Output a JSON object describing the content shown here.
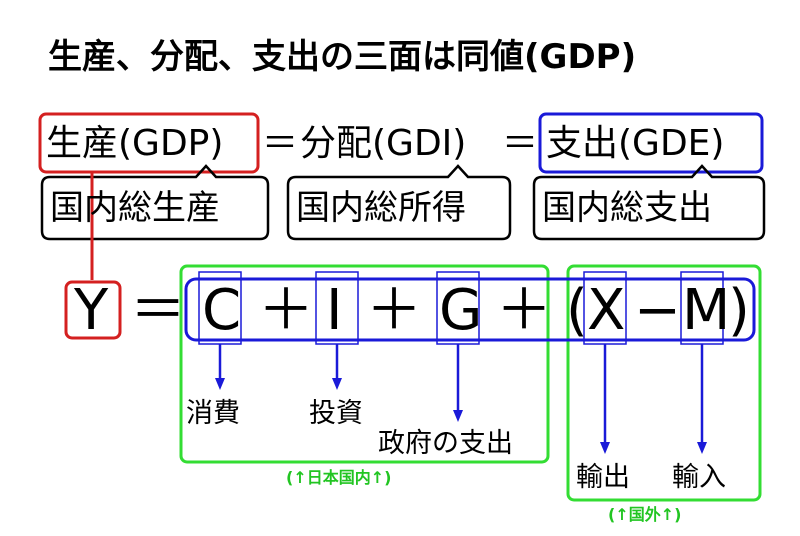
{
  "title": "生産、分配、支出の三面は同値(GDP)",
  "row1": {
    "production": "生産(GDP)",
    "eq1": "＝",
    "distribution": "分配(GDI)",
    "eq2": "＝",
    "expenditure": "支出(GDE)"
  },
  "row2": {
    "gdp_jp": "国内総生産",
    "gdi_jp": "国内総所得",
    "gde_jp": "国内総支出"
  },
  "equation": {
    "y": "Y",
    "eq": "＝",
    "c": "C",
    "plus1": "＋",
    "i": "I",
    "plus2": "＋",
    "g": "G",
    "plus3": "＋",
    "lparen": "(",
    "x": "X",
    "minus": "−",
    "m": "M",
    "rparen": ")"
  },
  "labels": {
    "consumption": "消費",
    "investment": "投資",
    "government": "政府の支出",
    "exports": "輸出",
    "imports": "輸入"
  },
  "groups": {
    "domestic": "(↑日本国内↑)",
    "foreign": "(↑国外↑)"
  },
  "colors": {
    "red": "#d42020",
    "blue": "#1a1ad8",
    "green": "#33dd33",
    "black": "#000000"
  }
}
